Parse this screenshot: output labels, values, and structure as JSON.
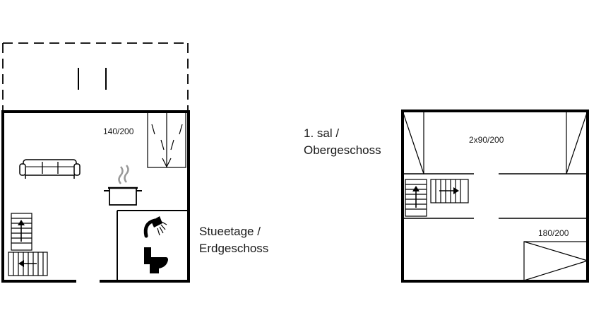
{
  "ground_floor": {
    "label_line1": "Stueetage /",
    "label_line2": "Erdgeschoss",
    "bed_label": "140/200"
  },
  "upper_floor": {
    "label_line1": "1. sal /",
    "label_line2": "Obergeschoss",
    "bed_label_1": "2x90/200",
    "bed_label_2": "180/200"
  },
  "icons": [
    "sofa-icon",
    "cooking-pot-icon",
    "shower-icon",
    "toilet-icon",
    "stairs-icon",
    "bed-icon"
  ],
  "colors": {
    "lines": "#000000",
    "background": "#ffffff",
    "text": "#1a1a1a"
  }
}
